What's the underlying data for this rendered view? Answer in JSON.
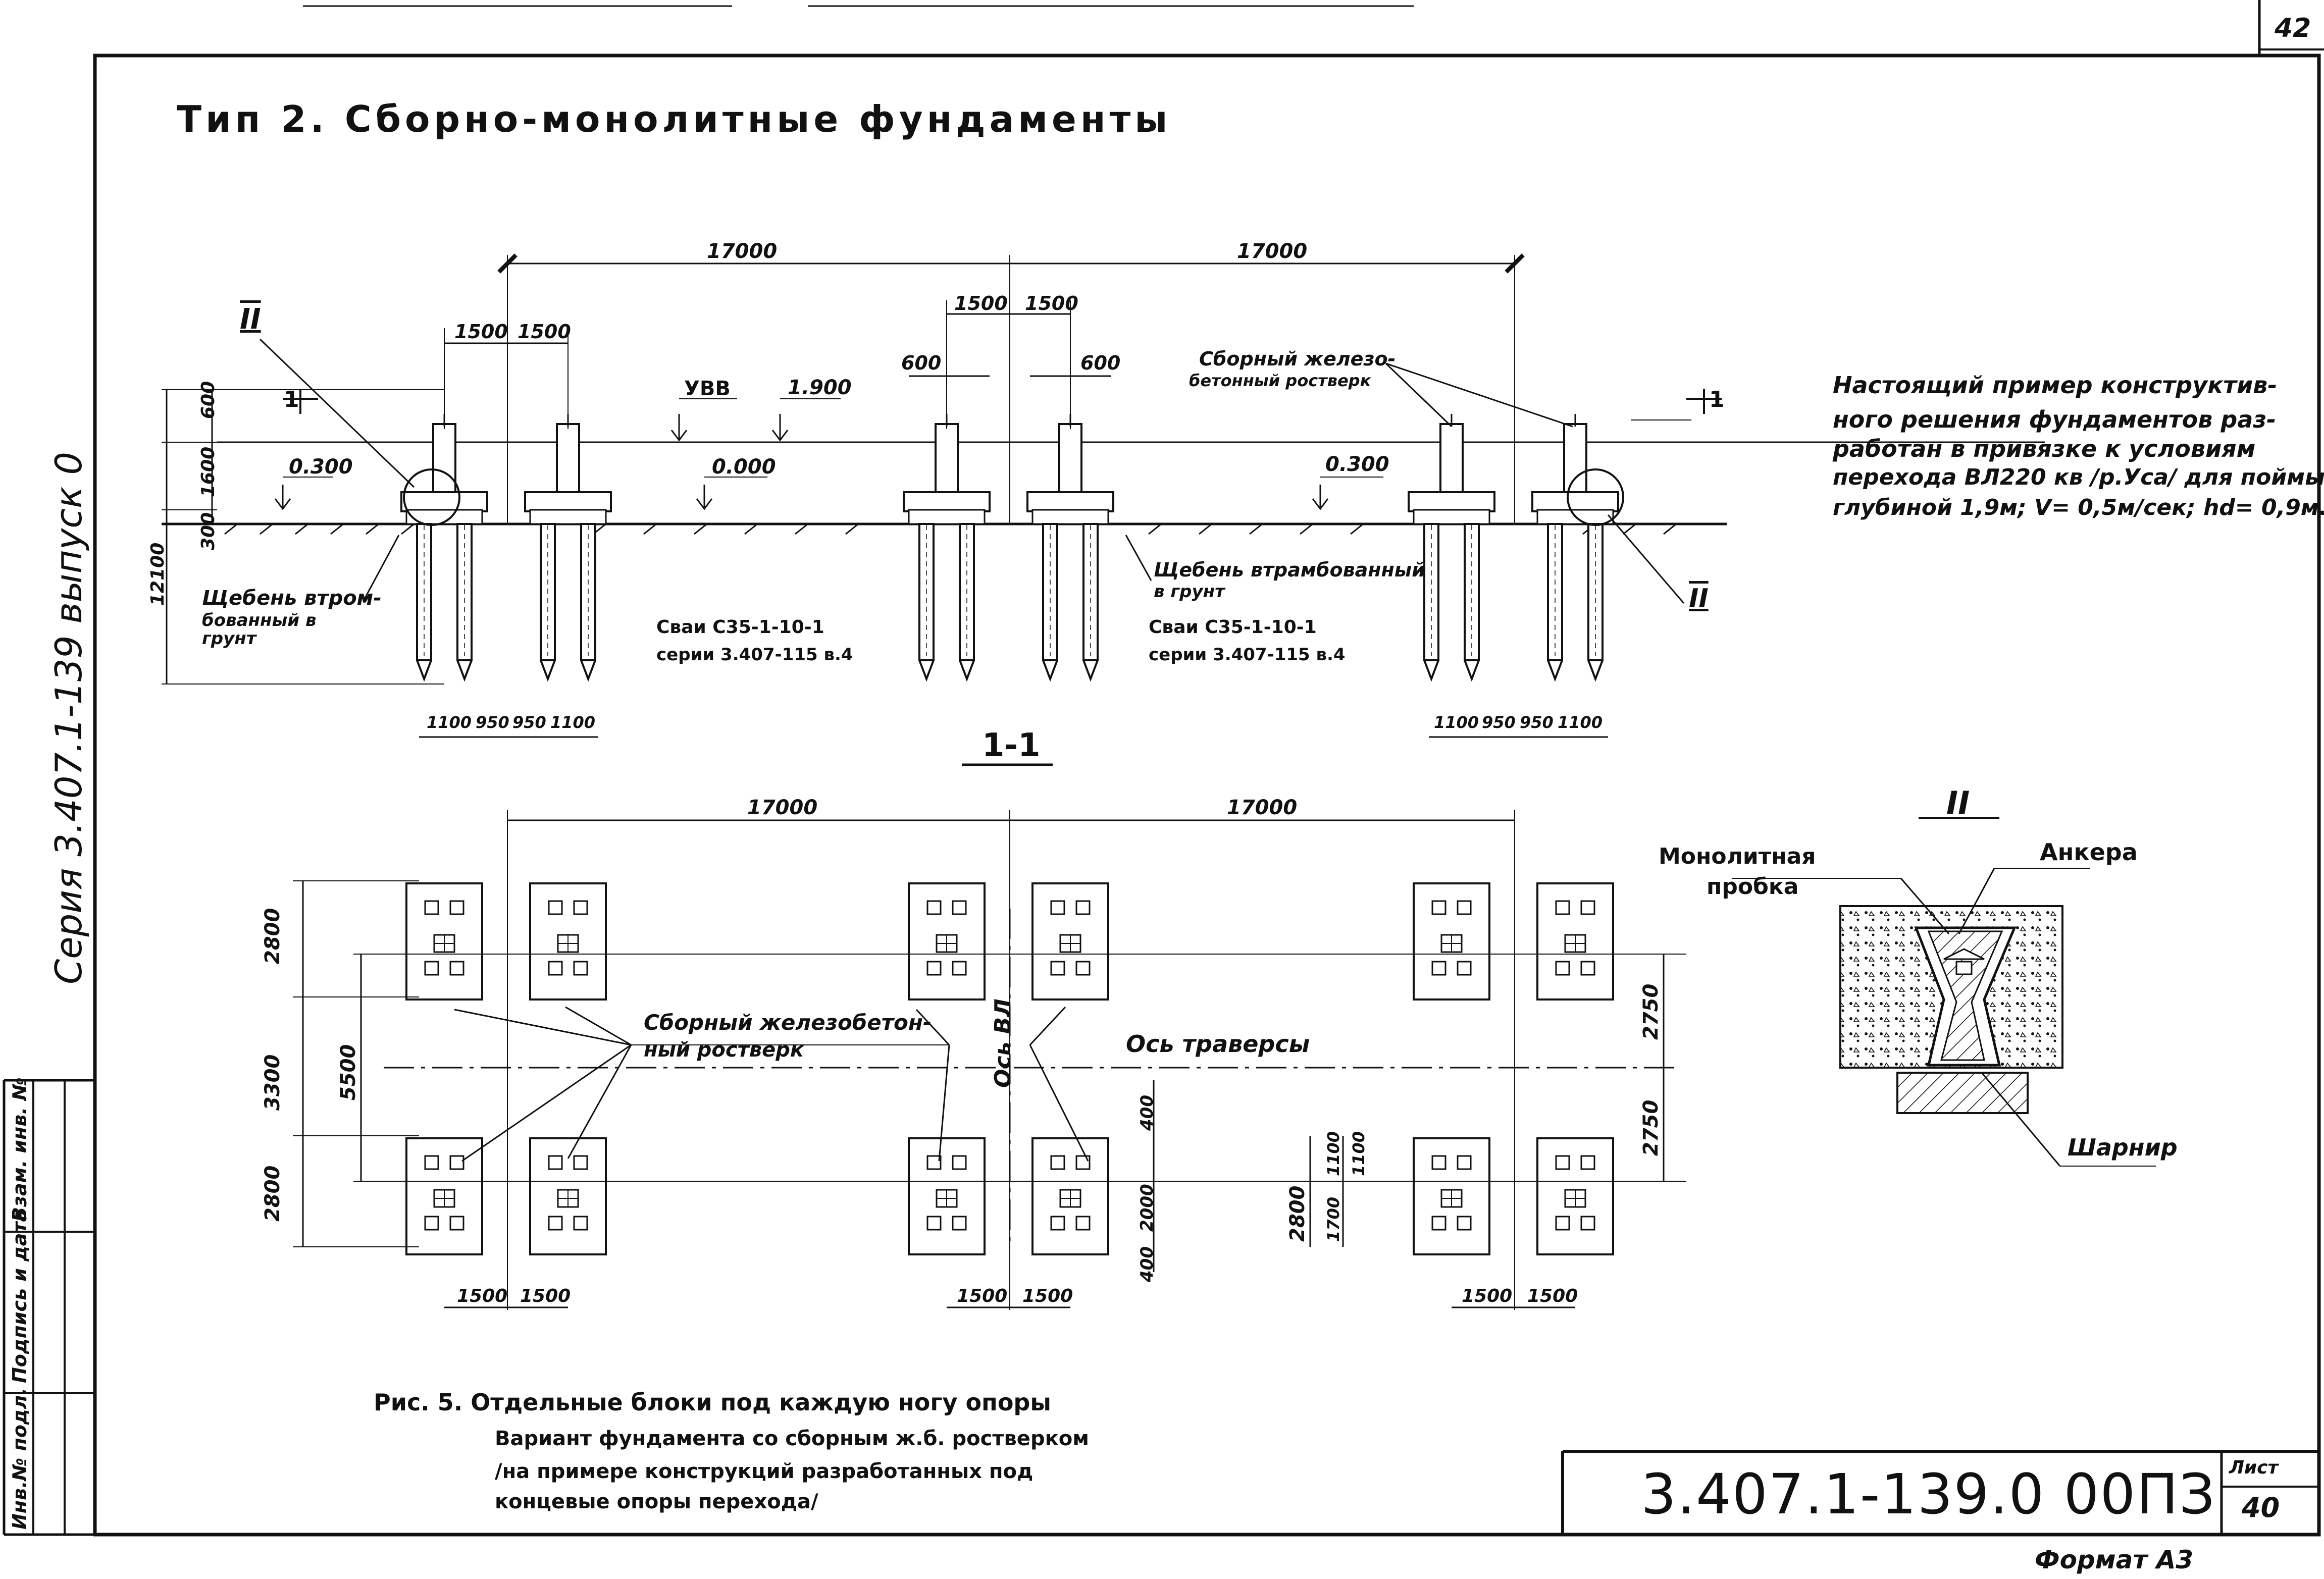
{
  "header": {
    "page_corner_number": "42",
    "title": "Тип 2. Сборно-монолитные фундаменты"
  },
  "left_margin": {
    "series_vertical": "Серия 3.407.1-139 выпуск 0",
    "stamp_cells": [
      "Инв.№ подл.",
      "Подпись и дата",
      "Взам. инв. №"
    ]
  },
  "section_1_1": {
    "label": "1-1",
    "dims_top": [
      "17000",
      "17000"
    ],
    "dims_second": [
      "1500",
      "1500",
      "1500",
      "1500"
    ],
    "dims_600": [
      "600",
      "600"
    ],
    "vertical_dims": [
      "600",
      "1600",
      "300",
      "12100"
    ],
    "bottom_dims_left": [
      "1100",
      "950",
      "950",
      "1100"
    ],
    "bottom_dims_right": [
      "1100",
      "950",
      "950",
      "1100"
    ],
    "level_uvv": "УВВ",
    "level_1900": "1.900",
    "level_0300_left": "0.300",
    "level_0000": "0.000",
    "level_0300_right": "0.300",
    "section_mark": "1",
    "callout_detail_left": "II",
    "callout_detail_right": "II",
    "label_rostverk": [
      "Сборный железо-",
      "бетонный ростверк"
    ],
    "label_gravel_left": [
      "Щебень втром-",
      "бованный в",
      "грунт"
    ],
    "label_gravel_right": [
      "Щебень втрамбованный",
      "в грунт"
    ],
    "label_piles_left": [
      "Сваи С35-1-10-1",
      "серии 3.407-115 в.4"
    ],
    "label_piles_right": [
      "Сваи С35-1-10-1",
      "серии 3.407-115 в.4"
    ]
  },
  "note": {
    "lines": [
      "Настоящий пример конструктив-",
      "ного решения фундаментов раз-",
      "работан в привязке к условиям",
      "перехода ВЛ220 кв /р.Уса/ для поймы",
      "глубиной 1,9м; V= 0,5м/сек; hd= 0,9м."
    ]
  },
  "plan": {
    "dims_top": [
      "17000",
      "17000"
    ],
    "dims_bottom": [
      "1500",
      "1500",
      "1500",
      "1500",
      "1500",
      "1500"
    ],
    "dims_left": [
      "2800",
      "3300",
      "2800"
    ],
    "dim_5500": "5500",
    "dims_right": [
      "2750",
      "2750"
    ],
    "dims_mid": [
      "400",
      "2000",
      "400"
    ],
    "dims_lower_left_block": [
      "2800",
      "1100",
      "1100",
      "1700"
    ],
    "label_rostverk": [
      "Сборный железобетон-",
      "ный ростверк"
    ],
    "axis_vl": "Ось ВЛ",
    "axis_traverse": "Ось траверсы"
  },
  "detail_II": {
    "label": "II",
    "monolith": [
      "Монолитная",
      "пробка"
    ],
    "anchors": "Анкера",
    "hinge": "Шарнир"
  },
  "caption": {
    "lines": [
      "Рис. 5. Отдельные блоки под каждую ногу опоры",
      "Вариант фундамента со сборным ж.б. ростверком",
      "/на примере конструкций разработанных под",
      "концевые опоры перехода/"
    ]
  },
  "title_block": {
    "code": "3.407.1-139.0 00ПЗ",
    "sheet_label": "Лист",
    "sheet_number": "40",
    "format": "Формат А3"
  }
}
